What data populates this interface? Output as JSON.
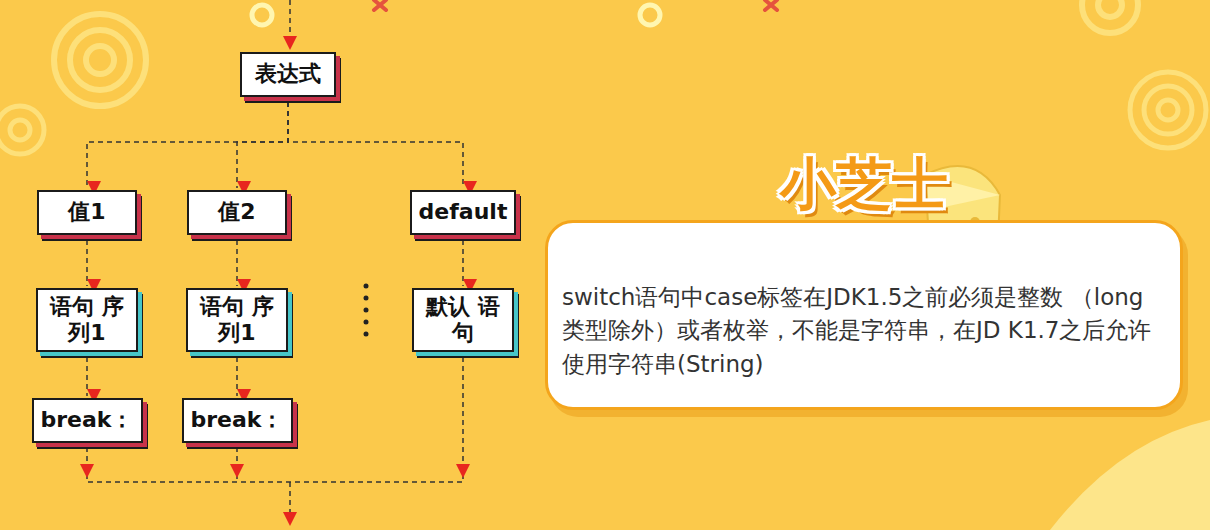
{
  "diagram": {
    "nodes": [
      {
        "text": [
          "表达式"
        ]
      },
      {
        "text": [
          "值1"
        ]
      },
      {
        "text": [
          "值2"
        ]
      },
      {
        "text": [
          "default"
        ]
      },
      {
        "text": [
          "语句 序列1"
        ]
      },
      {
        "text": [
          "语句 序列1"
        ]
      },
      {
        "text": [
          "默认 语句"
        ]
      },
      {
        "text": [
          "break："
        ]
      },
      {
        "text": [
          "break："
        ]
      },
      {
        "text": [
          "小芝士",
          "switch语句中case标签在JDK1.5之前必须是整数 （long类型除外）或者枚举，不能是字符串，在JD K1.7之后允许使用字符串(String)"
        ]
      }
    ],
    "edges": [
      {
        "from": 0,
        "to": 1,
        "arrow": "to"
      },
      {
        "from": 0,
        "to": 2,
        "arrow": "to"
      },
      {
        "from": 0,
        "to": 3,
        "arrow": "to"
      },
      {
        "from": 1,
        "to": 4,
        "arrow": "to"
      },
      {
        "from": 2,
        "to": 5,
        "arrow": "to"
      },
      {
        "from": 3,
        "to": 6,
        "arrow": "to"
      },
      {
        "from": 4,
        "to": 7,
        "arrow": "to"
      },
      {
        "from": 5,
        "to": 8,
        "arrow": "to"
      }
    ]
  }
}
